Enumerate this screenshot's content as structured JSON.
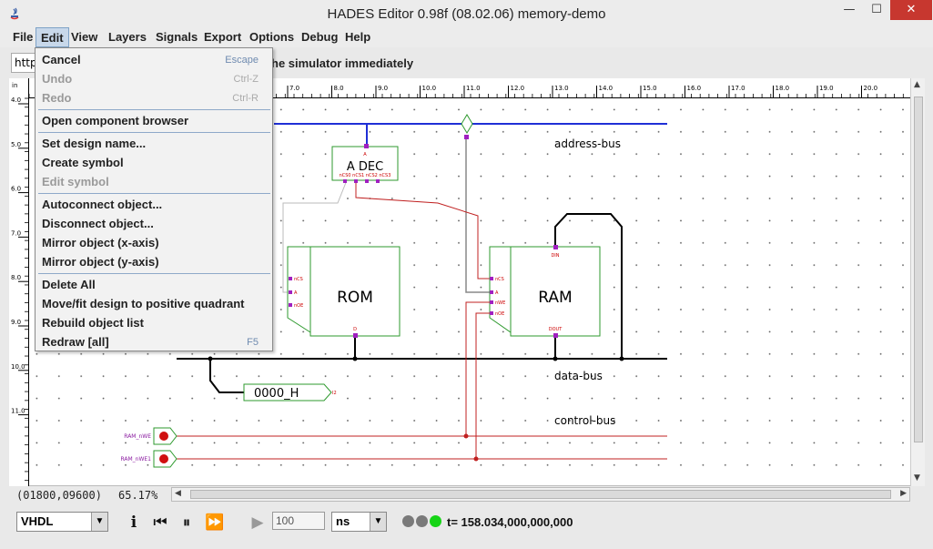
{
  "window": {
    "title": "HADES Editor 0.98f (08.02.06)   memory-demo",
    "min": "—",
    "max": "☐",
    "close": "✕"
  },
  "menubar": [
    "File",
    "Edit",
    "View",
    "Layers",
    "Signals",
    "Export",
    "Options",
    "Debug",
    "Help"
  ],
  "edit_menu": {
    "groups": [
      [
        {
          "label": "Cancel",
          "shortcut": "Escape",
          "enabled": true
        },
        {
          "label": "Undo",
          "shortcut": "Ctrl-Z",
          "enabled": false
        },
        {
          "label": "Redo",
          "shortcut": "Ctrl-R",
          "enabled": false
        }
      ],
      [
        {
          "label": "Open component browser",
          "shortcut": "",
          "enabled": true
        }
      ],
      [
        {
          "label": "Set design name...",
          "shortcut": "",
          "enabled": true
        },
        {
          "label": "Create symbol",
          "shortcut": "",
          "enabled": true
        },
        {
          "label": "Edit symbol",
          "shortcut": "",
          "enabled": false
        }
      ],
      [
        {
          "label": "Autoconnect object...",
          "shortcut": "",
          "enabled": true
        },
        {
          "label": "Disconnect object...",
          "shortcut": "",
          "enabled": true
        },
        {
          "label": "Mirror object (x-axis)",
          "shortcut": "",
          "enabled": true
        },
        {
          "label": "Mirror object (y-axis)",
          "shortcut": "",
          "enabled": true
        }
      ],
      [
        {
          "label": "Delete All",
          "shortcut": "",
          "enabled": true
        },
        {
          "label": "Move/fit design to positive quadrant",
          "shortcut": "",
          "enabled": true
        },
        {
          "label": "Rebuild object list",
          "shortcut": "",
          "enabled": true
        },
        {
          "label": "Redraw [all]",
          "shortcut": "F5",
          "enabled": true
        }
      ]
    ]
  },
  "toolbar": {
    "url_text": "http:",
    "status_text": "he simulator immediately"
  },
  "ruler": {
    "unit": "in",
    "h_ticks": [
      "7.0",
      "8.0",
      "9.0",
      "10.0",
      "11.0",
      "12.0",
      "13.0",
      "14.0",
      "15.0",
      "16.0",
      "17.0",
      "18.0",
      "19.0",
      "20.0"
    ],
    "v_ticks": [
      "4.0",
      "5.0",
      "6.0",
      "7.0",
      "8.0",
      "9.0",
      "10.0",
      "11.0"
    ]
  },
  "schematic": {
    "bus_labels": {
      "address": "address-bus",
      "data": "data-bus",
      "control": "control-bus"
    },
    "components": {
      "adec": {
        "name": "A DEC",
        "top_pin": "A",
        "bottom_pins": "nCS0 nCS1 nCS2 nCS3"
      },
      "rom": {
        "name": "ROM",
        "pins": [
          "nCS",
          "A",
          "nOE"
        ],
        "out": "D"
      },
      "ram": {
        "name": "RAM",
        "pins": [
          "nCS",
          "A",
          "nWE",
          "nOE"
        ],
        "din": "DIN",
        "dout": "DOUT"
      },
      "hex": {
        "value": "0000_H",
        "pin": "I2"
      },
      "sw1": {
        "label": "RAM_nWE"
      },
      "sw2": {
        "label": "RAM_nWE1"
      }
    }
  },
  "statusbar": {
    "coords": "(01800,09600)",
    "zoom": "65.17%"
  },
  "bottom": {
    "language": "VHDL",
    "step_value": "100",
    "time_unit": "ns",
    "sim_time": "t= 158.034,000,000,000"
  },
  "colors": {
    "address_bus": "#1f2fd6",
    "data_bus": "#000000",
    "control_wire": "#c02020",
    "component_border": "#2e9a2e",
    "led_idle": "#7a7a7a",
    "led_active": "#16d416",
    "menu_shortcut": "#6f8bb0"
  }
}
